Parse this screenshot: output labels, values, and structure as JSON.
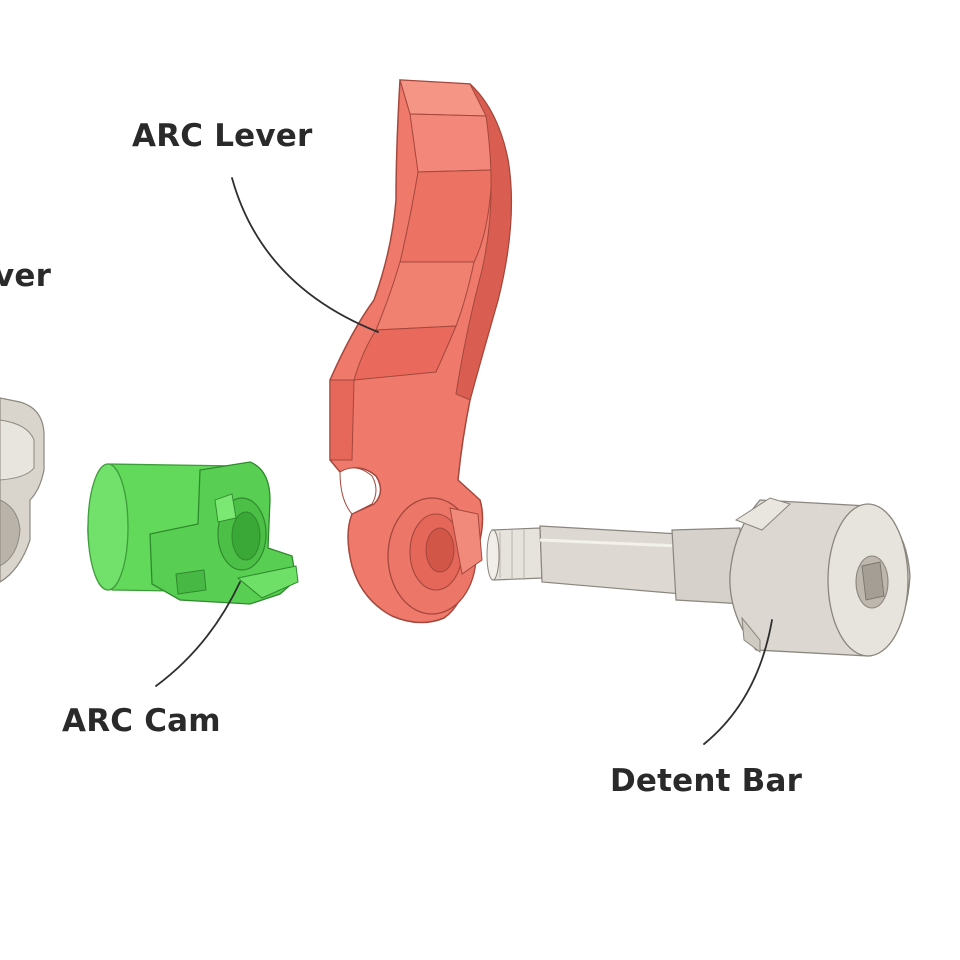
{
  "labels": {
    "arc_lever": "ARC Lever",
    "partial_lever": "ver",
    "arc_cam": "ARC Cam",
    "detent_bar": "Detent Bar"
  },
  "colors": {
    "background": "#ffffff",
    "arc_lever": "#ef7a6c",
    "arc_cam": "#5fd45a",
    "detent_bar": "#dedad4",
    "left_part": "#d9d4cc",
    "label_text": "#2a2a2a",
    "leader_line": "#2f2f2f"
  },
  "parts": [
    {
      "name": "ARC Lever",
      "icon": "arc-lever-part"
    },
    {
      "name": "ARC Cam",
      "icon": "arc-cam-part"
    },
    {
      "name": "Detent Bar",
      "icon": "detent-bar-part"
    }
  ]
}
